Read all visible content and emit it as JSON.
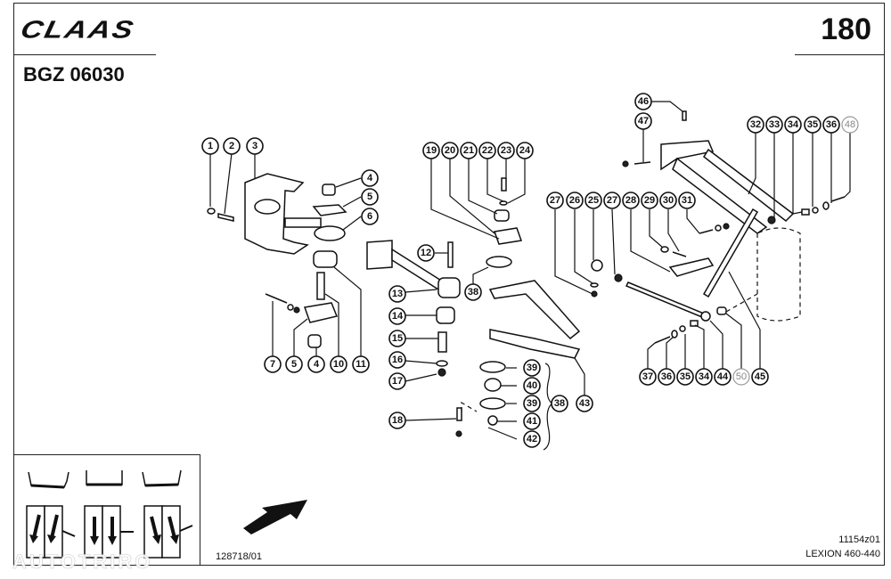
{
  "header": {
    "brand": "CLAAS",
    "group_code": "BGZ 06030",
    "page_number": "180"
  },
  "footer": {
    "drawing_ref": "128718/01",
    "catalog_ref": "11154z01",
    "model": "LEXION 460-440",
    "watermark": "AUTOTRIRO"
  },
  "icons": {
    "direction_arrow": "arrow-up-right-icon"
  },
  "callouts": [
    {
      "id": "c1",
      "label": "1"
    },
    {
      "id": "c2",
      "label": "2"
    },
    {
      "id": "c3",
      "label": "3"
    },
    {
      "id": "c4a",
      "label": "4"
    },
    {
      "id": "c5a",
      "label": "5"
    },
    {
      "id": "c6",
      "label": "6"
    },
    {
      "id": "c7",
      "label": "7"
    },
    {
      "id": "c5b",
      "label": "5"
    },
    {
      "id": "c4b",
      "label": "4"
    },
    {
      "id": "c10",
      "label": "10"
    },
    {
      "id": "c11",
      "label": "11"
    },
    {
      "id": "c12",
      "label": "12"
    },
    {
      "id": "c13",
      "label": "13"
    },
    {
      "id": "c14",
      "label": "14"
    },
    {
      "id": "c15",
      "label": "15"
    },
    {
      "id": "c16",
      "label": "16"
    },
    {
      "id": "c17",
      "label": "17"
    },
    {
      "id": "c18",
      "label": "18"
    },
    {
      "id": "c19",
      "label": "19"
    },
    {
      "id": "c20",
      "label": "20"
    },
    {
      "id": "c21",
      "label": "21"
    },
    {
      "id": "c22",
      "label": "22"
    },
    {
      "id": "c23",
      "label": "23"
    },
    {
      "id": "c24",
      "label": "24"
    },
    {
      "id": "c38a",
      "label": "38"
    },
    {
      "id": "c39a",
      "label": "39"
    },
    {
      "id": "c40",
      "label": "40"
    },
    {
      "id": "c39b",
      "label": "39"
    },
    {
      "id": "c41",
      "label": "41"
    },
    {
      "id": "c42",
      "label": "42"
    },
    {
      "id": "c38b",
      "label": "38"
    },
    {
      "id": "c43",
      "label": "43"
    },
    {
      "id": "c27a",
      "label": "27"
    },
    {
      "id": "c26",
      "label": "26"
    },
    {
      "id": "c25",
      "label": "25"
    },
    {
      "id": "c27b",
      "label": "27"
    },
    {
      "id": "c28",
      "label": "28"
    },
    {
      "id": "c29",
      "label": "29"
    },
    {
      "id": "c30",
      "label": "30"
    },
    {
      "id": "c31",
      "label": "31"
    },
    {
      "id": "c46",
      "label": "46"
    },
    {
      "id": "c47",
      "label": "47"
    },
    {
      "id": "c32",
      "label": "32"
    },
    {
      "id": "c33",
      "label": "33"
    },
    {
      "id": "c34a",
      "label": "34"
    },
    {
      "id": "c35a",
      "label": "35"
    },
    {
      "id": "c36a",
      "label": "36"
    },
    {
      "id": "c48",
      "label": "48",
      "style": "grey"
    },
    {
      "id": "c37",
      "label": "37"
    },
    {
      "id": "c36b",
      "label": "36"
    },
    {
      "id": "c35b",
      "label": "35"
    },
    {
      "id": "c34b",
      "label": "34"
    },
    {
      "id": "c44",
      "label": "44"
    },
    {
      "id": "c50",
      "label": "50",
      "style": "grey"
    },
    {
      "id": "c45",
      "label": "45"
    }
  ]
}
